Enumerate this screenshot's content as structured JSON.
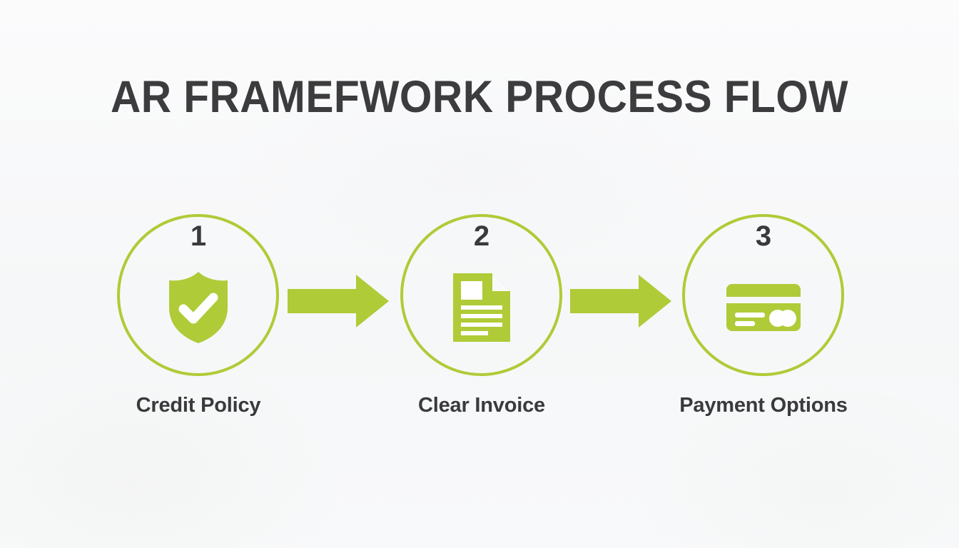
{
  "page": {
    "title": "AR FRAMEFWORK PROCESS FLOW",
    "background_color": "#f8f9fa",
    "accent_color": "#afcb37",
    "text_color": "#3a3a3c"
  },
  "steps": [
    {
      "number": "1",
      "label": "Credit Policy",
      "icon": "shield-check-icon"
    },
    {
      "number": "2",
      "label": "Clear Invoice",
      "icon": "invoice-document-icon"
    },
    {
      "number": "3",
      "label": "Payment Options",
      "icon": "credit-card-icon"
    }
  ],
  "connectors": [
    {
      "icon": "arrow-right-icon"
    },
    {
      "icon": "arrow-right-icon"
    }
  ]
}
